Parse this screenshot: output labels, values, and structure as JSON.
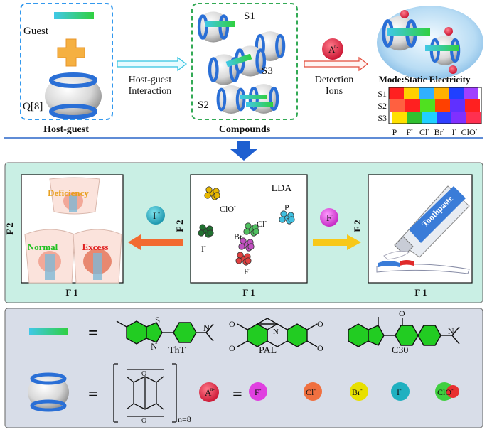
{
  "top": {
    "host_guest_panel": {
      "guest_label": "Guest",
      "q8_label": "Q[8]",
      "caption": "Host-guest"
    },
    "arrow_label": [
      "Host-guest",
      "Interaction"
    ],
    "compounds_panel": {
      "labels": [
        "S1",
        "S3",
        "S2"
      ],
      "caption": "Compounds"
    },
    "ion_symbol": "A",
    "ion_superscript": "n-",
    "detection_label": [
      "Detection",
      "Ions"
    ],
    "mode_label": "Mode:Static Electricity",
    "heatmap": {
      "rows": [
        "S1",
        "S2",
        "S3"
      ],
      "cols": [
        "P",
        "F",
        "Cl",
        "Br",
        "I",
        "ClO"
      ],
      "col_sups": [
        "",
        "-",
        "-",
        "-",
        "-",
        "-"
      ],
      "cells": [
        [
          "#ff2020",
          "#ffd000",
          "#30b0ff",
          "#ffb000",
          "#2040ff",
          "#a040ff"
        ],
        [
          "#ff6040",
          "#ff2020",
          "#50e020",
          "#ff4000",
          "#6030ff",
          "#ff2020"
        ],
        [
          "#ffe000",
          "#30c030",
          "#20d0ff",
          "#3040ff",
          "#8030ff",
          "#ff3050"
        ]
      ]
    }
  },
  "middle": {
    "left_panel": {
      "deficiency": "Deficiency",
      "normal": "Normal",
      "excess": "Excess",
      "x_axis": "F 1",
      "y_axis": "F 2"
    },
    "iodide_ion": {
      "symbol": "I",
      "sup": "-"
    },
    "lda_panel": {
      "title": "LDA",
      "x_axis": "F 1",
      "y_axis": "F 2",
      "clusters": [
        {
          "label": "ClO",
          "sup": "-",
          "color": "#e8b800"
        },
        {
          "label": "P",
          "sup": "",
          "color": "#40c0e0"
        },
        {
          "label": "Cl",
          "sup": "-",
          "color": "#50c060"
        },
        {
          "label": "Br",
          "sup": "-",
          "color": "#c050c0"
        },
        {
          "label": "I",
          "sup": "-",
          "color": "#207030"
        },
        {
          "label": "F",
          "sup": "-",
          "color": "#e04040"
        }
      ]
    },
    "fluoride_ion": {
      "symbol": "F",
      "sup": "-"
    },
    "right_panel": {
      "tube_text": "Toothpaste",
      "x_axis": "F 1",
      "y_axis": "F 2"
    }
  },
  "legend": {
    "thT": "ThT",
    "pal": "PAL",
    "c30": "C30",
    "n_eq": "n=8",
    "ion_symbol": "A",
    "ion_sup": "n-",
    "ions": [
      {
        "label": "F",
        "sup": "-",
        "color": "#e040e0"
      },
      {
        "label": "Cl",
        "sup": "-",
        "color": "#f07040"
      },
      {
        "label": "Br",
        "sup": "-",
        "color": "#e8e000"
      },
      {
        "label": "I",
        "sup": "-",
        "color": "#20b0c0"
      },
      {
        "label": "ClO",
        "sup": "-",
        "color": "#40d040"
      }
    ]
  },
  "colors": {
    "host_guest_border": "#3399ee",
    "compounds_border": "#33aa55",
    "middle_bg": "#c9efe4",
    "bottom_bg": "#d8dde8",
    "divider": "#2a66c8",
    "host_ring": "#2a6fd6",
    "benzene_green": "#22cc22"
  }
}
